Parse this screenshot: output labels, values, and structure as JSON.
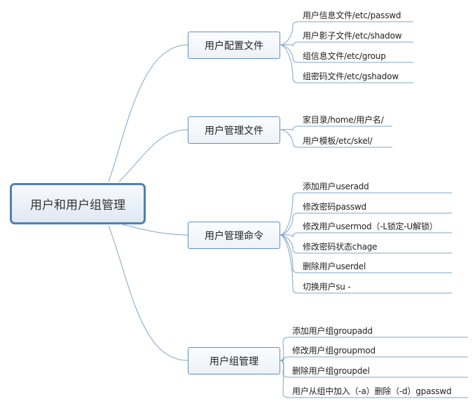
{
  "root": {
    "label": "用户和用户组管理"
  },
  "branches": [
    {
      "label": "用户配置文件",
      "leaves": [
        "用户信息文件/etc/passwd",
        "用户影子文件/etc/shadow",
        "组信息文件/etc/group",
        "组密码文件/etc/gshadow"
      ]
    },
    {
      "label": "用户管理文件",
      "leaves": [
        "家目录/home/用户名/",
        "用户模板/etc/skel/"
      ]
    },
    {
      "label": "用户管理命令",
      "leaves": [
        "添加用户useradd",
        "修改密码passwd",
        "修改用户usermod（-L锁定-U解锁）",
        "修改密码状态chage",
        "删除用户userdel",
        "切换用户su -"
      ]
    },
    {
      "label": "用户组管理",
      "leaves": [
        "添加用户组groupadd",
        "修改用户组groupmod",
        "删除用户组groupdel",
        "用户从组中加入（-a）删除（-d）gpasswd"
      ]
    }
  ],
  "colors": {
    "connector": "#7fa6c6",
    "root_border": "#4f81b3",
    "branch_border": "#5f8fbf"
  }
}
